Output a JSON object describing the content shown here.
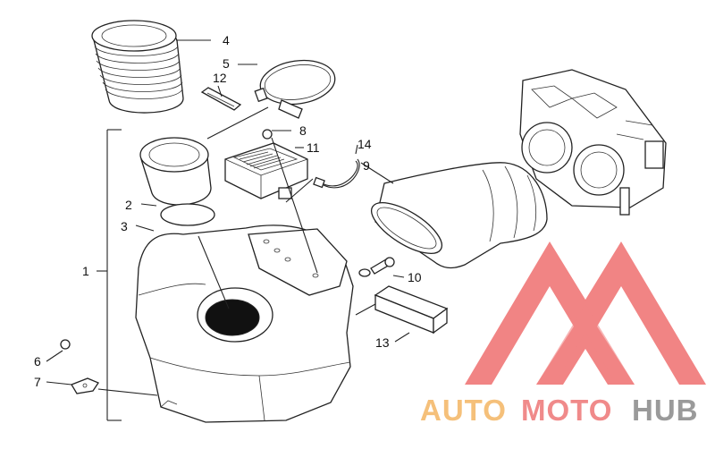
{
  "callouts": [
    {
      "id": "1",
      "label": "1"
    },
    {
      "id": "2",
      "label": "2"
    },
    {
      "id": "3",
      "label": "3"
    },
    {
      "id": "4",
      "label": "4"
    },
    {
      "id": "5",
      "label": "5"
    },
    {
      "id": "6",
      "label": "6"
    },
    {
      "id": "7",
      "label": "7"
    },
    {
      "id": "8",
      "label": "8"
    },
    {
      "id": "9",
      "label": "9"
    },
    {
      "id": "10",
      "label": "10"
    },
    {
      "id": "11",
      "label": "11"
    },
    {
      "id": "12",
      "label": "12"
    },
    {
      "id": "13",
      "label": "13"
    },
    {
      "id": "14",
      "label": "14"
    }
  ],
  "watermark": {
    "part1": "AUTO",
    "part2": "MOTO",
    "part3": "HUB",
    "colors": {
      "part1": "#f5c07a",
      "part2": "#f08a8a",
      "part3": "#9a9a9a",
      "logo": "#ef6f6f"
    }
  }
}
